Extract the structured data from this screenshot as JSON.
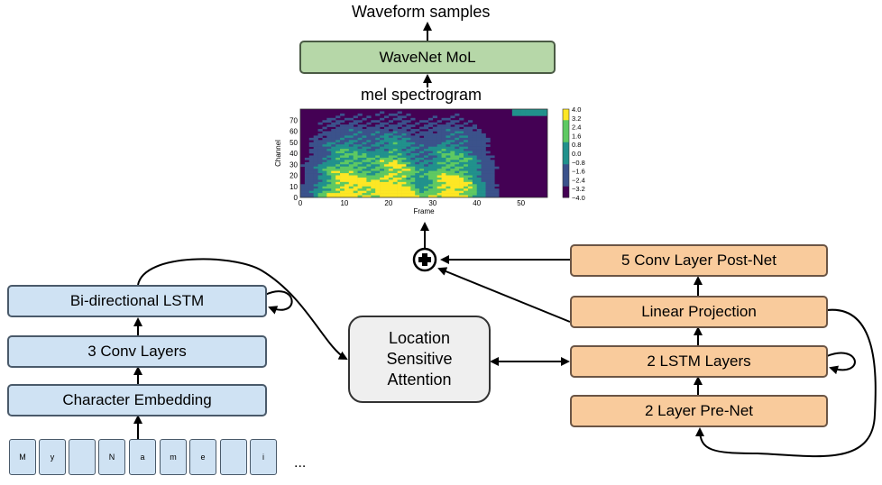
{
  "top_labels": {
    "waveform": "Waveform samples",
    "mel": "mel spectrogram"
  },
  "wavenet": "WaveNet MoL",
  "encoder": {
    "bilstm": "Bi-directional LSTM",
    "conv": "3 Conv Layers",
    "embedding": "Character Embedding",
    "chars": [
      "M",
      "y",
      "",
      "N",
      "a",
      "m",
      "e",
      "",
      "i"
    ],
    "ellipsis": "..."
  },
  "attention": {
    "line1": "Location",
    "line2": "Sensitive",
    "line3": "Attention"
  },
  "decoder": {
    "postnet": "5 Conv Layer Post-Net",
    "linear": "Linear Projection",
    "lstm": "2 LSTM Layers",
    "prenet": "2 Layer Pre-Net"
  },
  "spectrogram": {
    "ylabel": "Channel",
    "xlabel": "Frame",
    "yticks": [
      "0",
      "10",
      "20",
      "30",
      "40",
      "50",
      "60",
      "70"
    ],
    "xticks": [
      "0",
      "10",
      "20",
      "30",
      "40",
      "50"
    ],
    "colorbar_ticks": [
      "4.0",
      "3.2",
      "2.4",
      "1.6",
      "0.8",
      "0.0",
      "−0.8",
      "−1.6",
      "−2.4",
      "−3.2",
      "−4.0"
    ],
    "colormap": [
      "#440154",
      "#3b528b",
      "#21918c",
      "#5ec962",
      "#fde725"
    ]
  },
  "colors": {
    "encoder_fill": "#cfe2f3",
    "decoder_fill": "#f9cb9c",
    "wavenet_fill": "#b6d7a8",
    "attention_fill": "#efefef"
  }
}
